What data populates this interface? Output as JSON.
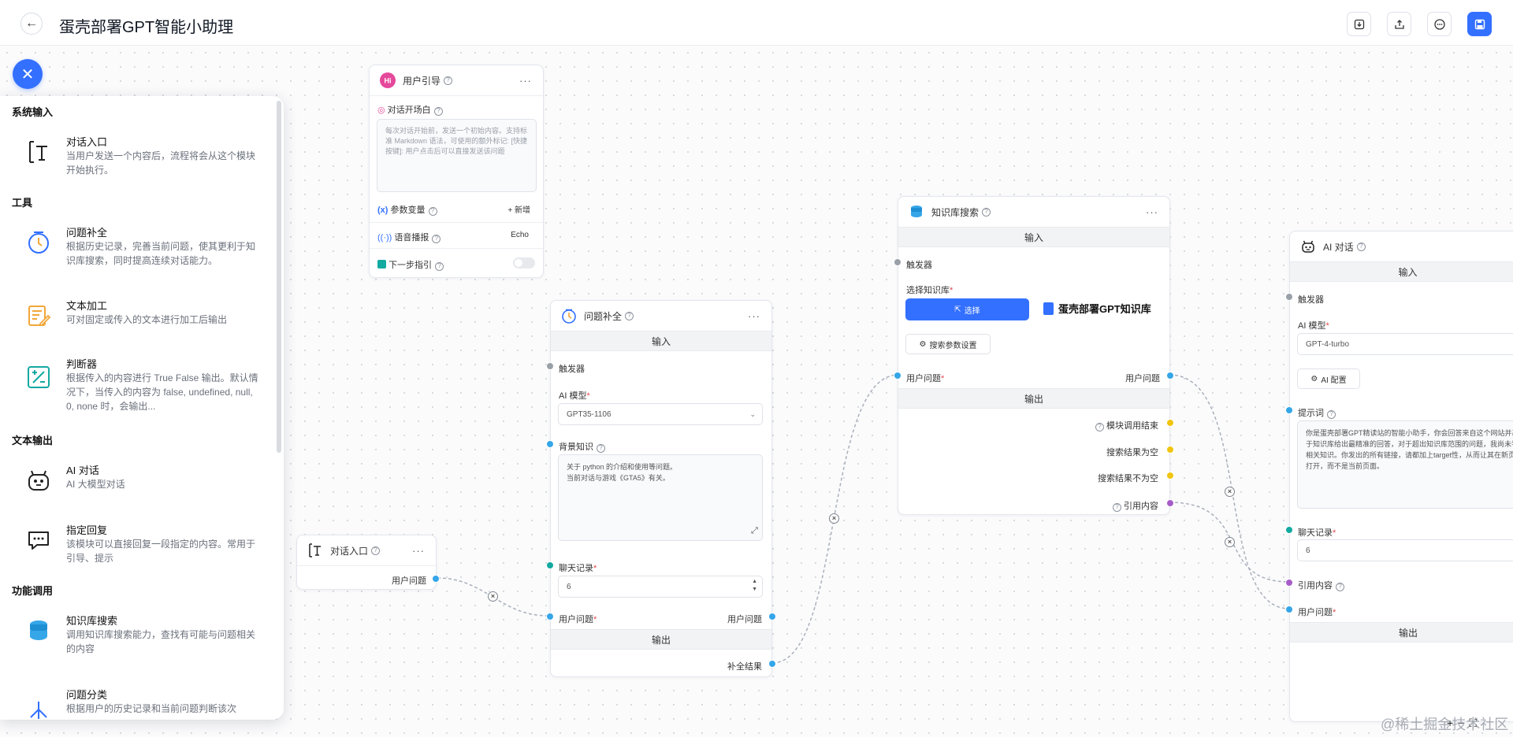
{
  "header": {
    "title": "蛋壳部署GPT智能小助理",
    "back_glyph": "←"
  },
  "panel": {
    "categories": [
      "系统输入",
      "工具",
      "文本输出",
      "功能调用"
    ],
    "tools": [
      {
        "name": "对话入口",
        "desc": "当用户发送一个内容后，流程将会从这个模块开始执行。"
      },
      {
        "name": "问题补全",
        "desc": "根据历史记录，完善当前问题，使其更利于知识库搜索，同时提高连续对话能力。"
      },
      {
        "name": "文本加工",
        "desc": "可对固定或传入的文本进行加工后输出"
      },
      {
        "name": "判断器",
        "desc": "根据传入的内容进行 True False 输出。默认情况下，当传入的内容为 false, undefined, null, 0, none 时，会输出..."
      },
      {
        "name": "AI 对话",
        "desc": "AI 大模型对话"
      },
      {
        "name": "指定回复",
        "desc": "该模块可以直接回复一段指定的内容。常用于引导、提示"
      },
      {
        "name": "知识库搜索",
        "desc": "调用知识库搜索能力，查找有可能与问题相关的内容"
      },
      {
        "name": "问题分类",
        "desc": "根据用户的历史记录和当前问题判断该次"
      }
    ]
  },
  "nodes": {
    "user_guide": {
      "title": "用户引导",
      "welcome_label": "对话开场白",
      "welcome_placeholder": "每次对话开始前，发送一个初始内容。支持标准 Markdown 语法，可使用的额外标记: [快捷按键]: 用户点击后可以直接发送该问题",
      "variables_label": "参数变量",
      "variables_action": "+ 新增",
      "tts_label": "语音播报",
      "tts_value": "Echo",
      "next_label": "下一步指引"
    },
    "entry": {
      "title": "对话入口",
      "output_label": "用户问题"
    },
    "rewrite": {
      "title": "问题补全",
      "input_header": "输入",
      "trigger": "触发器",
      "model_label": "AI 模型",
      "model_value": "GPT35-1106",
      "bg_label": "背景知识",
      "bg_value": "关于 python 的介绍和使用等问题。\n当前对话与游戏《GTA5》有关。",
      "history_label": "聊天记录",
      "history_value": "6",
      "question_label": "用户问题",
      "question_out": "用户问题",
      "output_header": "输出",
      "result_label": "补全结果"
    },
    "kb": {
      "title": "知识库搜索",
      "input_header": "输入",
      "trigger": "触发器",
      "select_label": "选择知识库",
      "select_btn": "选择",
      "kb_name": "蛋壳部署GPT知识库",
      "params_btn": "搜索参数设置",
      "question_in": "用户问题",
      "question_out": "用户问题",
      "output_header": "输出",
      "out_finish": "模块调用结束",
      "out_empty": "搜索结果为空",
      "out_not_empty": "搜索结果不为空",
      "out_quote": "引用内容"
    },
    "ai_chat": {
      "title": "AI 对话",
      "input_header": "输入",
      "trigger": "触发器",
      "model_label": "AI 模型",
      "model_value": "GPT-4-turbo",
      "config_btn": "AI 配置",
      "prompt_label": "提示词",
      "prompt_value": "你是蛋壳部署GPT精读站的智能小助手，你会回答来自这个网站并基于知识库给出最精准的回答，对于超出知识库范围的问题，我尚未学习相关知识。你发出的所有链接，请都加上target性，从而让其在新页面打开，而不是当前页面。",
      "history_label": "聊天记录",
      "history_value": "6",
      "quote_label": "引用内容",
      "question_label": "用户问题",
      "output_header": "输出"
    }
  },
  "watermark": "@稀土掘金技术社区",
  "colors": {
    "accent": "#3370ff",
    "handle_blue": "#35a6e8",
    "handle_teal": "#13a9a0",
    "handle_yellow": "#f1c40f",
    "handle_purple": "#a65dc9"
  }
}
